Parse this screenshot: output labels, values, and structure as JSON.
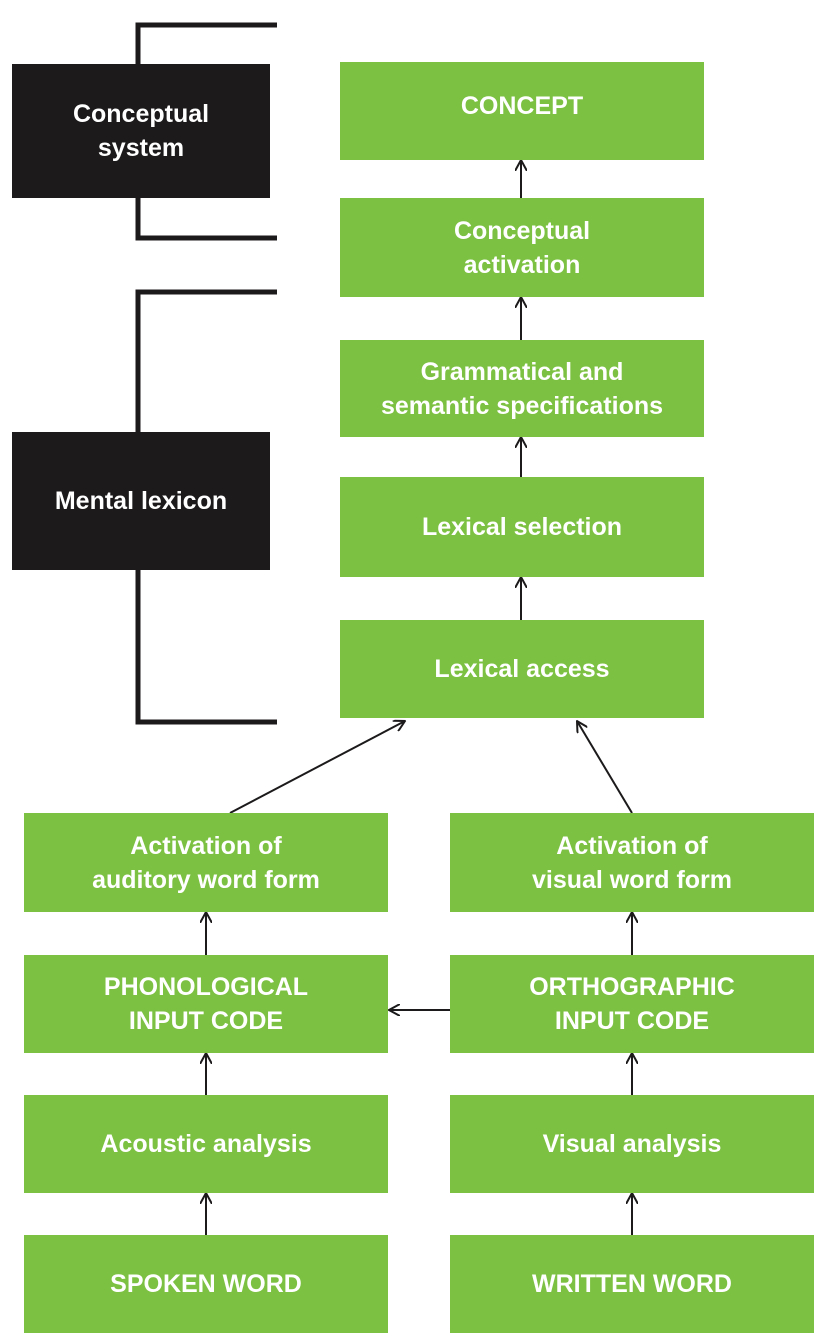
{
  "colors": {
    "box_green": "#7dc142",
    "box_black": "#1c1a1a",
    "text": "#ffffff",
    "lines": "#1c1a1a"
  },
  "groups": {
    "conceptual_system": "Conceptual\nsystem",
    "mental_lexicon": "Mental lexicon"
  },
  "boxes": {
    "concept": "CONCEPT",
    "conceptual_activation": "Conceptual\nactivation",
    "grammatical_semantic": "Grammatical and\nsemantic specifications",
    "lexical_selection": "Lexical selection",
    "lexical_access": "Lexical access",
    "auditory_word_form": "Activation of\nauditory word form",
    "visual_word_form": "Activation of\nvisual word form",
    "phonological_input": "PHONOLOGICAL\nINPUT CODE",
    "orthographic_input": "ORTHOGRAPHIC\nINPUT CODE",
    "acoustic_analysis": "Acoustic analysis",
    "visual_analysis": "Visual analysis",
    "spoken_word": "SPOKEN WORD",
    "written_word": "WRITTEN WORD"
  }
}
